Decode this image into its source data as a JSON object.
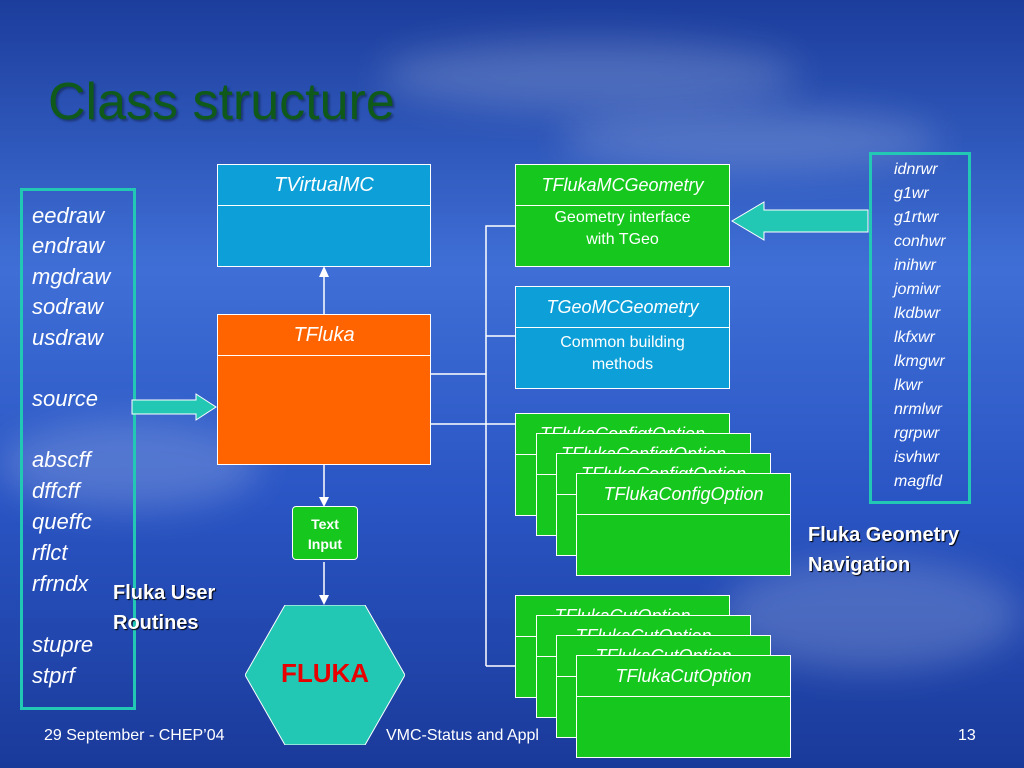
{
  "slide": {
    "title": "Class structure",
    "left_routines": [
      "eedraw",
      "endraw",
      "mgdraw",
      "sodraw",
      "usdraw",
      "",
      "source",
      "",
      "abscff",
      "dffcff",
      "queffc",
      "rflct",
      "rfrndx",
      "",
      "stupre",
      "stprf"
    ],
    "left_caption": [
      "Fluka User",
      "Routines"
    ],
    "right_routines": [
      "idnrwr",
      "g1wr",
      "g1rtwr",
      "conhwr",
      "inihwr",
      "jomiwr",
      "lkdbwr",
      "lkfxwr",
      "lkmgwr",
      "lkwr",
      "nrmlwr",
      "rgrpwr",
      "isvhwr",
      "magfld"
    ],
    "right_caption": [
      "Fluka Geometry",
      "Navigation"
    ],
    "classes": {
      "tvirtualmc": {
        "name": "TVirtualMC"
      },
      "tfluka": {
        "name": "TFluka"
      },
      "tflukamcgeometry": {
        "name": "TFlukaMCGeometry",
        "desc": [
          "Geometry interface",
          "with TGeo"
        ]
      },
      "tgeomcgeometry": {
        "name": "TGeoMCGeometry",
        "desc": [
          "Common building",
          "methods"
        ]
      },
      "configoption": {
        "name": "TFlukaConfigOption",
        "partial": "TFlukaConfigtOption"
      },
      "cutoption": {
        "name": "TFlukaCutOption",
        "partial": "TFlukaCutOption"
      }
    },
    "text_input": [
      "Text",
      "Input"
    ],
    "fluka": "FLUKA",
    "footer": {
      "left": "29 September - CHEP’04",
      "center": "VMC-Status and Appl",
      "page": "13"
    },
    "colors": {
      "green": "#16c81e",
      "blue": "#0da0d8",
      "orange": "#ff6400",
      "frame": "#23c8b4"
    }
  }
}
